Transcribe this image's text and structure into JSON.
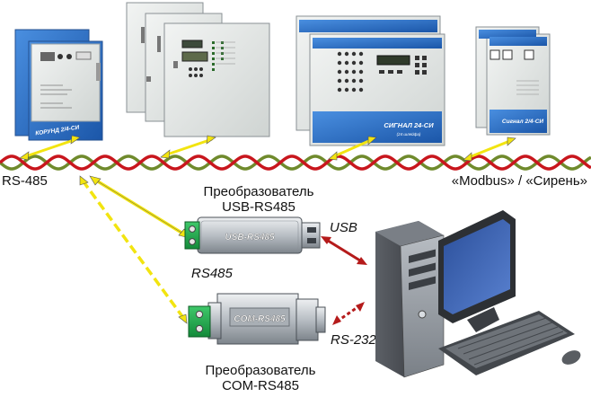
{
  "devices": {
    "korund": {
      "label": "КОРУНД 2/4-СИ"
    },
    "signal24": {
      "label": "СИГНАЛ 24-СИ",
      "sublabel": "(24 шлейфа)"
    },
    "signal2": {
      "label": "Сигнал 2/4-СИ"
    }
  },
  "bus": {
    "left_label": "RS-485",
    "right_label": "«Modbus» / «Сирень»",
    "colors": {
      "red": "#c8161d",
      "green": "#6f8a2c"
    }
  },
  "converters": {
    "usb": {
      "caption_line1": "Преобразователь",
      "caption_line2": "USB-RS485",
      "body_label": "USB-RS485",
      "port_label": "USB"
    },
    "com": {
      "caption_line1": "Преобразователь",
      "caption_line2": "COM-RS485",
      "body_label": "COM-RS485",
      "port_label": "RS-232"
    },
    "rs485_label": "RS485"
  },
  "colors": {
    "panel": "#e9ecea",
    "panel_blue": "#2f73c9",
    "arrow_yellow": "#f2e410",
    "arrow_red": "#b51b1b"
  }
}
